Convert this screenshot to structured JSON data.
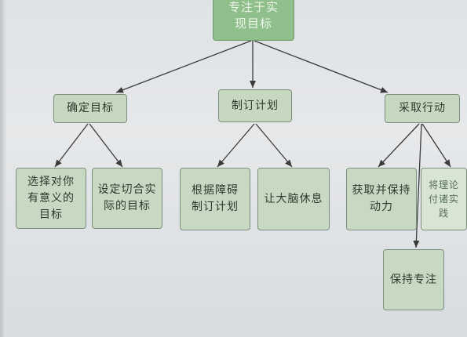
{
  "diagram": {
    "root": {
      "label": "专注于实现目标"
    },
    "branches": [
      {
        "label": "确定目标",
        "children": [
          {
            "label": "选择对你有意义的目标"
          },
          {
            "label": "设定切合实际的目标"
          }
        ]
      },
      {
        "label": "制订计划",
        "children": [
          {
            "label": "根据障碍制订计划"
          },
          {
            "label": "让大脑休息"
          }
        ]
      },
      {
        "label": "采取行动",
        "children": [
          {
            "label": "获取并保持动力"
          },
          {
            "label": "将理论付诸实践"
          },
          {
            "label": "保持专注"
          }
        ]
      }
    ]
  },
  "colors": {
    "node_fill": "#c8d9c3",
    "root_fill": "#8fbf8a",
    "border": "#7d8f7c",
    "arrow": "#3a3a3a"
  }
}
